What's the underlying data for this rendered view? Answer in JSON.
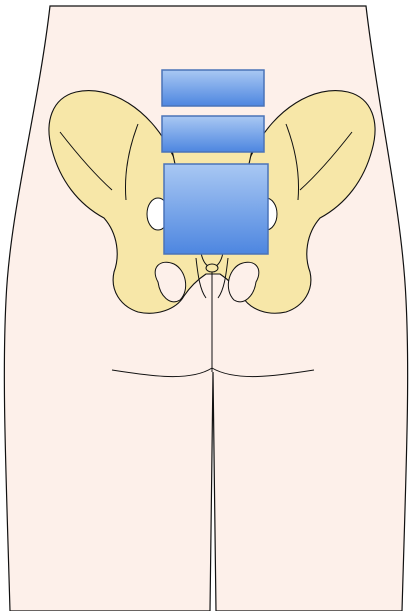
{
  "diagram": {
    "colors": {
      "background": "#ffffff",
      "skin": "#fdf0ea",
      "bone": "#f7e7a8",
      "outline": "#111111",
      "box_fill_top": "#a9c8f3",
      "box_fill_bottom": "#4d86e0",
      "box_stroke": "#4a73b8"
    },
    "parts": [
      "body-silhouette",
      "pelvis",
      "sacrum",
      "coccyx",
      "gluteal-fold",
      "marker-box"
    ]
  }
}
